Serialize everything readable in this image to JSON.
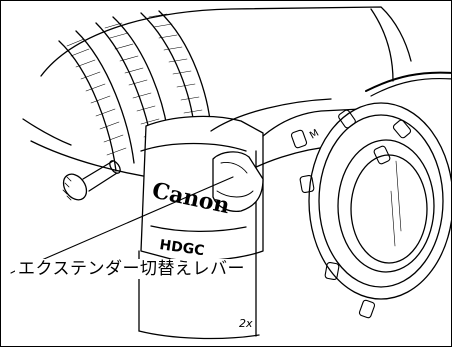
{
  "figure": {
    "brand_text": "Canon",
    "model_text": "HDGC",
    "callout_label": "エクステンダー切替えレバー",
    "ring_mark_m": "M",
    "extender_mark": "2x"
  },
  "colors": {
    "line": "#000000",
    "background": "#ffffff",
    "shade": "#e6e6e6"
  }
}
